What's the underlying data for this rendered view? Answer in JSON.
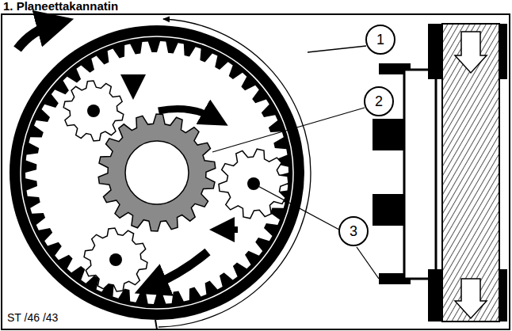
{
  "diagram": {
    "title": "1. Planeettakannatin",
    "nodes": [
      {
        "text": [
          "1"
        ]
      },
      {
        "text": [
          "2"
        ]
      },
      {
        "text": [
          "3"
        ]
      }
    ],
    "labels": [
      "ST /46 /43"
    ]
  }
}
